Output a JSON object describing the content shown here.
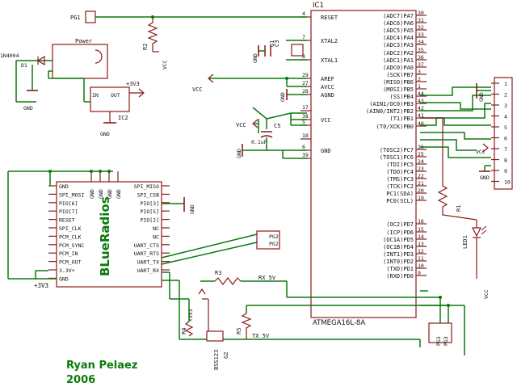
{
  "ic1": {
    "ref": "IC1",
    "part": "ATMEGA16L-8A",
    "left_pins": [
      {
        "name": "RESET",
        "num": "4"
      },
      {
        "name": "XTAL2",
        "num": "7"
      },
      {
        "name": "XTAL1",
        "num": "8"
      },
      {
        "name": "AREF",
        "num": "29"
      },
      {
        "name": "AVCC",
        "num": "27"
      },
      {
        "name": "AGND",
        "num": "28"
      },
      {
        "name": "",
        "num": "17"
      },
      {
        "name": "VCC",
        "num": "38"
      },
      {
        "name": "",
        "num": "5"
      },
      {
        "name": "",
        "num": "18"
      },
      {
        "name": "GND",
        "num": "6"
      },
      {
        "name": "",
        "num": "39"
      }
    ],
    "right_pins": [
      {
        "name": "(ADC7)PA7",
        "num": "30"
      },
      {
        "name": "(ADC6)PA6",
        "num": "31"
      },
      {
        "name": "(ADC5)PA5",
        "num": "32"
      },
      {
        "name": "(ADC4)PA4",
        "num": "33"
      },
      {
        "name": "(ADC3)PA3",
        "num": "34"
      },
      {
        "name": "(ADC2)PA2",
        "num": "35"
      },
      {
        "name": "(ADC1)PA1",
        "num": "36"
      },
      {
        "name": "(ADC0)PA0",
        "num": "37"
      },
      {
        "name": "(SCK)PB7",
        "num": "3"
      },
      {
        "name": "(MISO)PB6",
        "num": "2"
      },
      {
        "name": "(MOSI)PB5",
        "num": "1"
      },
      {
        "name": "(SS)PB4",
        "num": "44"
      },
      {
        "name": "(AIN1/OC0)PB3",
        "num": "43"
      },
      {
        "name": "(AIN0/INT2)PB2",
        "num": "42"
      },
      {
        "name": "(T1)PB1",
        "num": "41"
      },
      {
        "name": "(T0/XCK)PB0",
        "num": "40"
      },
      {
        "name": "(TOSC2)PC7",
        "num": "26"
      },
      {
        "name": "(TOSC1)PC6",
        "num": "25"
      },
      {
        "name": "(TDI)PC5",
        "num": "24"
      },
      {
        "name": "(TDO)PC4",
        "num": "23"
      },
      {
        "name": "(TMS)PC3",
        "num": "22"
      },
      {
        "name": "(TCK)PC2",
        "num": "21"
      },
      {
        "name": "PC1(SDA)",
        "num": "20"
      },
      {
        "name": "PC0(SCL)",
        "num": "19"
      },
      {
        "name": "(OC2)PD7",
        "num": "16"
      },
      {
        "name": "(ICP)PD6",
        "num": "15"
      },
      {
        "name": "(OC1A)PD5",
        "num": "14"
      },
      {
        "name": "(OC1B)PD4",
        "num": "13"
      },
      {
        "name": "(INT1)PD3",
        "num": "12"
      },
      {
        "name": "(INT0)PD2",
        "num": "11"
      },
      {
        "name": "(TXD)PD1",
        "num": "10"
      },
      {
        "name": "(RXD)PD0",
        "num": "9"
      }
    ]
  },
  "bt": {
    "brand": "BLueRadios",
    "left_pins": [
      "GND",
      "SPI_MOSI",
      "PIO[6]",
      "PIO[7]",
      "RESET",
      "SPI_CLK",
      "PCM_CLK",
      "PCM_SYNC",
      "PCM_IN",
      "PCM_OUT",
      "3.3V+",
      "GND"
    ],
    "right_pins": [
      "SPI_MISO",
      "SPI_CSB",
      "PIO[3]",
      "PIO[5]",
      "PIO[2]",
      "NC",
      "NC",
      "UART_CTS",
      "UART_RTS",
      "UART_TX",
      "UART_RX"
    ],
    "top_pins": [
      "GND",
      "GND",
      "GND",
      "GND"
    ],
    "supply_label": "+3V3"
  },
  "parts": {
    "pg1": "PG1",
    "r2": "R2",
    "vcc_r2": "VCC",
    "power": "Power",
    "d1_part": "1N4004",
    "d1_ref": "D1",
    "gnd_d1": "GND",
    "ic2_ref": "IC2",
    "ic2_in": "IN",
    "ic2_out": "OUT",
    "ic2_v": "+3V3",
    "ic2_gnd": "GND",
    "q1": "Q1",
    "c3": "C3",
    "gnd_q1": "GND",
    "vcc_aref": "VCC",
    "gnd_agnd": "GND",
    "c5": "C5",
    "c5_val": "0.1uF",
    "vcc_c5": "VCC",
    "gnd_c5": "GND",
    "r1": "R1",
    "led1": "LED1",
    "vcc_led": "VCC",
    "sv_nums": [
      "1",
      "2",
      "3",
      "4",
      "5",
      "6",
      "7",
      "8",
      "9",
      "10"
    ],
    "sv_vcc": "VCC",
    "sv_gnd": "GND",
    "sv_gnd2": "GND",
    "pg2a": "PG2",
    "pg2b": "PG2",
    "pg3a": "PG3",
    "pg3b": "PG3",
    "r3": "R3",
    "rx": "RX_5V",
    "tx": "TX_5V",
    "v33": "+3V3",
    "r4": "R4",
    "r5": "R5",
    "g2": "G2",
    "bss": "BSS123",
    "gnd_bt": "GND"
  },
  "credit": {
    "name": "Ryan Pelaez",
    "year": "2006"
  }
}
